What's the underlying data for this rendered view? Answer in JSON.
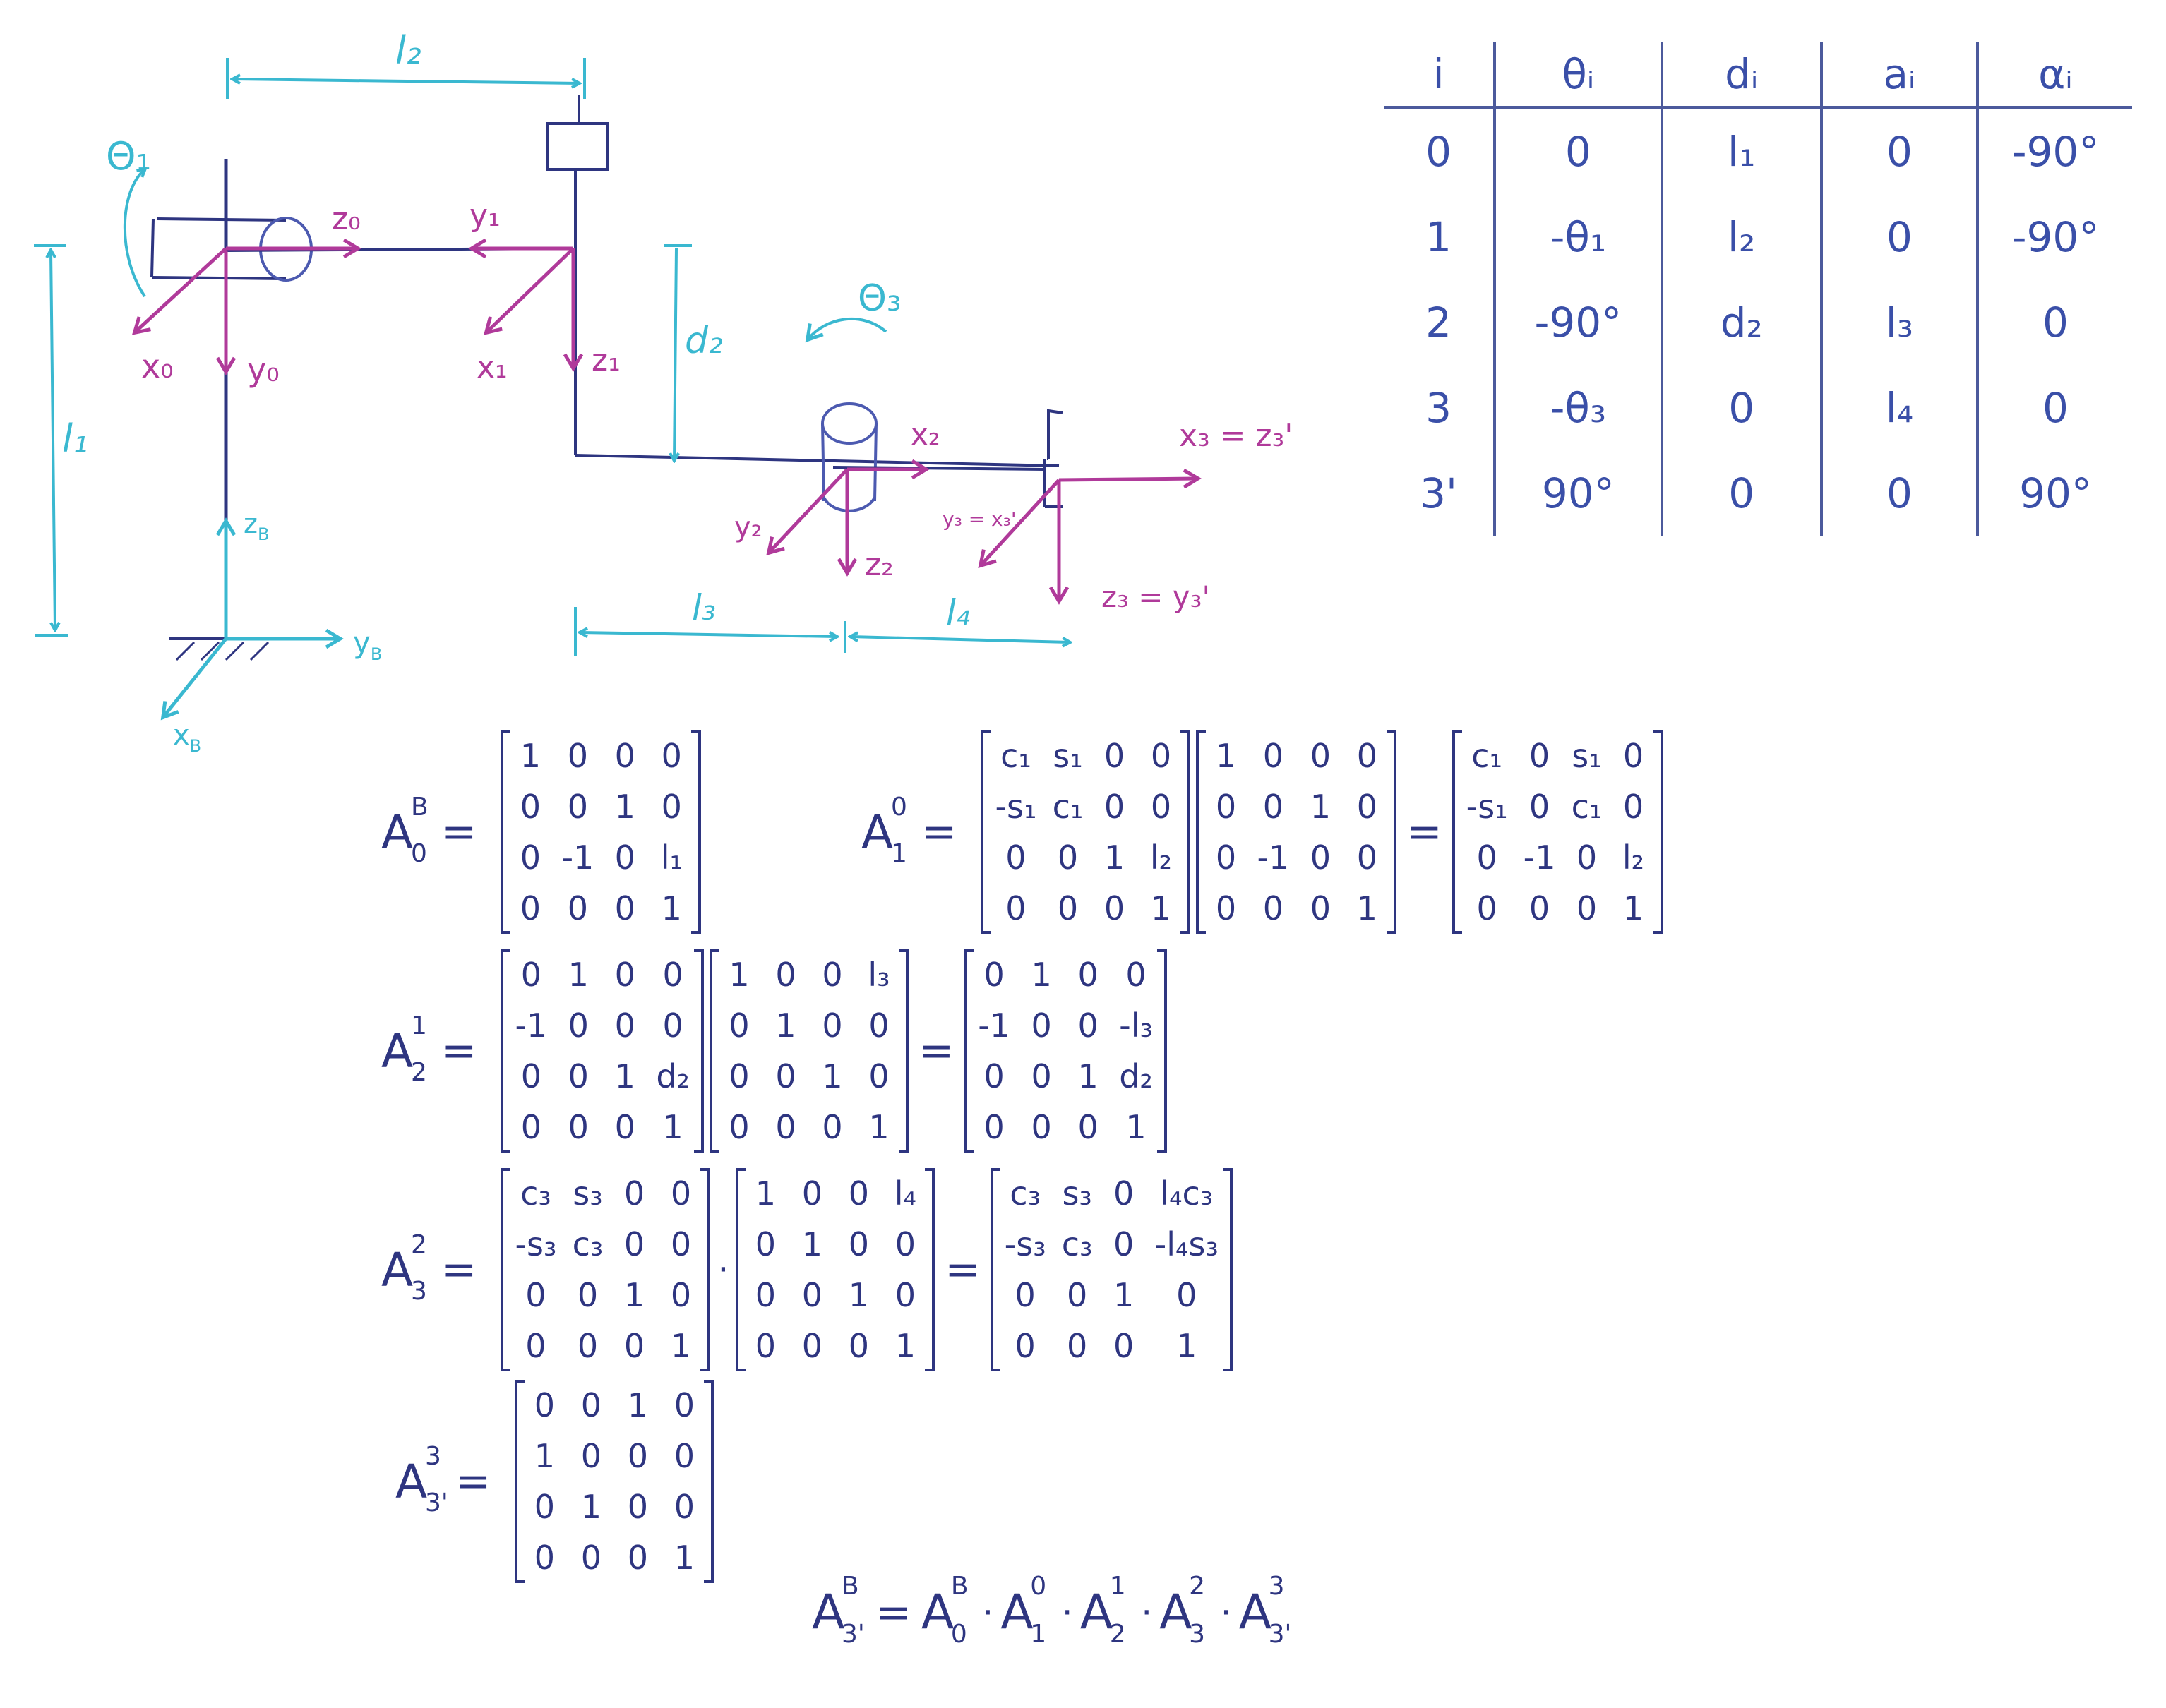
{
  "colors": {
    "ink_dark": "#2e3580",
    "ink_frames": "#b03a9a",
    "ink_dimensions": "#3ab8d0",
    "ink_table": "#3a4fa8"
  },
  "diagram": {
    "dimensions": {
      "l1": "l₁",
      "l2": "l₂",
      "l3": "l₃",
      "l4": "l₄",
      "d2": "d₂"
    },
    "joint_angles": {
      "theta1": "Θ₁",
      "theta3": "Θ₃"
    },
    "frame_labels": {
      "xB": "x",
      "xB_sub": "B",
      "yB": "y",
      "yB_sub": "B",
      "zB": "z",
      "zB_sub": "B",
      "x0": "x₀",
      "y0": "y₀",
      "z0": "z₀",
      "x1": "x₁",
      "y1": "y₁",
      "z1": "z₁",
      "x2": "x₂",
      "y2": "y₂",
      "z2": "z₂",
      "x3_eq": "x₃ = z₃'",
      "y3_eq": "y₃ = x₃'",
      "z3_eq": "z₃ = y₃'"
    }
  },
  "dh_table": {
    "headers": [
      "i",
      "θᵢ",
      "dᵢ",
      "aᵢ",
      "αᵢ"
    ],
    "rows": [
      [
        "0",
        "0",
        "l₁",
        "0",
        "-90°"
      ],
      [
        "1",
        "-θ₁",
        "l₂",
        "0",
        "-90°"
      ],
      [
        "2",
        "-90°",
        "d₂",
        "l₃",
        "0"
      ],
      [
        "3",
        "-θ₃",
        "0",
        "l₄",
        "0"
      ],
      [
        "3'",
        "90°",
        "0",
        "0",
        "90°"
      ]
    ]
  },
  "equations": {
    "A0B": {
      "base": "A",
      "sup": "B",
      "sub": "0",
      "matrix": [
        [
          "1",
          "0",
          "0",
          "0"
        ],
        [
          "0",
          "0",
          "1",
          "0"
        ],
        [
          "0",
          "-1",
          "0",
          "l₁"
        ],
        [
          "0",
          "0",
          "0",
          "1"
        ]
      ]
    },
    "A10": {
      "base": "A",
      "sup": "0",
      "sub": "1",
      "m1": [
        [
          "c₁",
          "s₁",
          "0",
          "0"
        ],
        [
          "-s₁",
          "c₁",
          "0",
          "0"
        ],
        [
          "0",
          "0",
          "1",
          "l₂"
        ],
        [
          "0",
          "0",
          "0",
          "1"
        ]
      ],
      "m2": [
        [
          "1",
          "0",
          "0",
          "0"
        ],
        [
          "0",
          "0",
          "1",
          "0"
        ],
        [
          "0",
          "-1",
          "0",
          "0"
        ],
        [
          "0",
          "0",
          "0",
          "1"
        ]
      ],
      "result": [
        [
          "c₁",
          "0",
          "s₁",
          "0"
        ],
        [
          "-s₁",
          "0",
          "c₁",
          "0"
        ],
        [
          "0",
          "-1",
          "0",
          "l₂"
        ],
        [
          "0",
          "0",
          "0",
          "1"
        ]
      ]
    },
    "A21": {
      "base": "A",
      "sup": "1",
      "sub": "2",
      "m1": [
        [
          "0",
          "1",
          "0",
          "0"
        ],
        [
          "-1",
          "0",
          "0",
          "0"
        ],
        [
          "0",
          "0",
          "1",
          "d₂"
        ],
        [
          "0",
          "0",
          "0",
          "1"
        ]
      ],
      "m2": [
        [
          "1",
          "0",
          "0",
          "l₃"
        ],
        [
          "0",
          "1",
          "0",
          "0"
        ],
        [
          "0",
          "0",
          "1",
          "0"
        ],
        [
          "0",
          "0",
          "0",
          "1"
        ]
      ],
      "result": [
        [
          "0",
          "1",
          "0",
          "0"
        ],
        [
          "-1",
          "0",
          "0",
          "-l₃"
        ],
        [
          "0",
          "0",
          "1",
          "d₂"
        ],
        [
          "0",
          "0",
          "0",
          "1"
        ]
      ]
    },
    "A32": {
      "base": "A",
      "sup": "2",
      "sub": "3",
      "m1": [
        [
          "c₃",
          "s₃",
          "0",
          "0"
        ],
        [
          "-s₃",
          "c₃",
          "0",
          "0"
        ],
        [
          "0",
          "0",
          "1",
          "0"
        ],
        [
          "0",
          "0",
          "0",
          "1"
        ]
      ],
      "m2": [
        [
          "1",
          "0",
          "0",
          "l₄"
        ],
        [
          "0",
          "1",
          "0",
          "0"
        ],
        [
          "0",
          "0",
          "1",
          "0"
        ],
        [
          "0",
          "0",
          "0",
          "1"
        ]
      ],
      "result": [
        [
          "c₃",
          "s₃",
          "0",
          "l₄c₃"
        ],
        [
          "-s₃",
          "c₃",
          "0",
          "-l₄s₃"
        ],
        [
          "0",
          "0",
          "1",
          "0"
        ],
        [
          "0",
          "0",
          "0",
          "1"
        ]
      ]
    },
    "A3p3": {
      "base": "A",
      "sup": "3",
      "sub": "3'",
      "matrix": [
        [
          "0",
          "0",
          "1",
          "0"
        ],
        [
          "1",
          "0",
          "0",
          "0"
        ],
        [
          "0",
          "1",
          "0",
          "0"
        ],
        [
          "0",
          "0",
          "0",
          "1"
        ]
      ]
    },
    "final": {
      "lhs": {
        "base": "A",
        "sup": "B",
        "sub": "3'"
      },
      "terms": [
        {
          "base": "A",
          "sup": "B",
          "sub": "0"
        },
        {
          "base": "A",
          "sup": "0",
          "sub": "1"
        },
        {
          "base": "A",
          "sup": "1",
          "sub": "2"
        },
        {
          "base": "A",
          "sup": "2",
          "sub": "3"
        },
        {
          "base": "A",
          "sup": "3",
          "sub": "3'"
        }
      ],
      "equals": "=",
      "dot": "·"
    },
    "equals": "=",
    "dot": "·"
  }
}
